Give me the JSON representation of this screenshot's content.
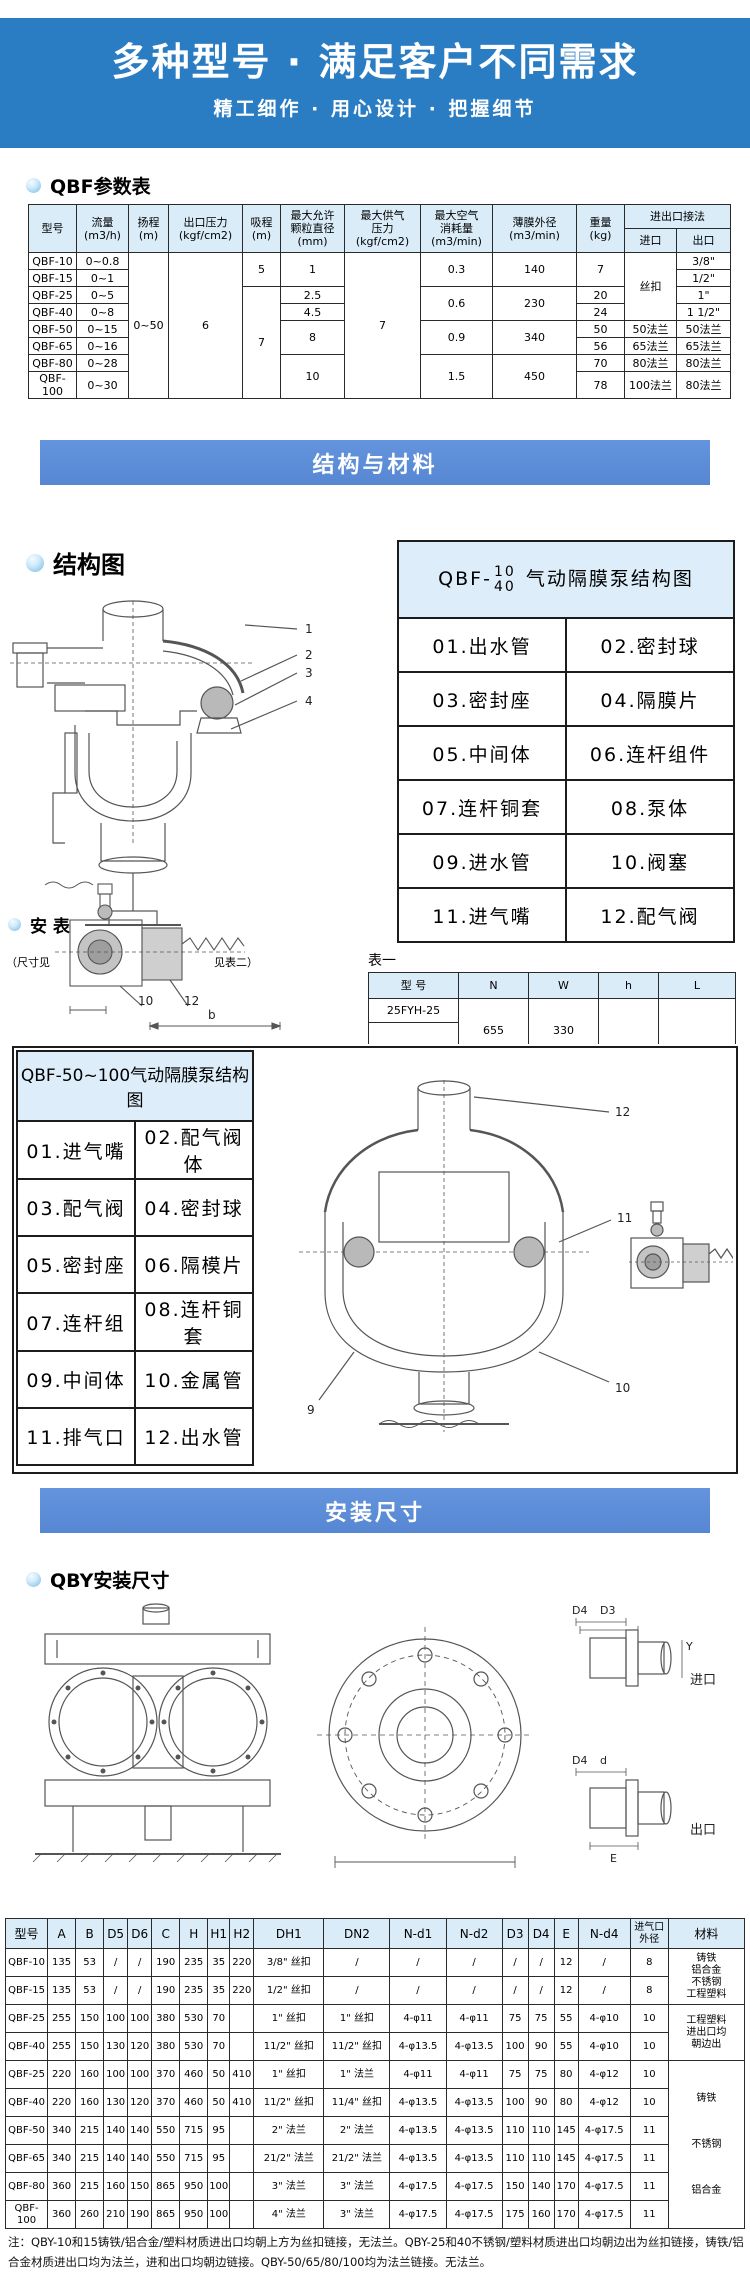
{
  "hero": {
    "title_strong": "多种型号",
    "title_sep": " · ",
    "title_rest": "满足客户不同需求",
    "subtitle": "精工细作 · 用心设计 · 把握细节"
  },
  "colors": {
    "hero_blue": "#2b7dc3",
    "band_blue": "#5d8ed8",
    "table_header": "#d9ecf8"
  },
  "params": {
    "title": "QBF参数表",
    "h": {
      "model": "型号",
      "flow": "流量\n(m3/h)",
      "lift": "扬程\n(m)",
      "outp": "出口压力\n(kgf/cm2)",
      "suction": "吸程\n(m)",
      "particle": "最大允许\n颗粒直径\n(mm)",
      "airp": "最大供气\n压力\n(kgf/cm2)",
      "aircons": "最大空气\n消耗量\n(m3/min)",
      "dia": "薄膜外径\n(m3/min)",
      "weight": "重量\n(kg)",
      "conn": "进出口接法",
      "inlet": "进口",
      "outlet": "出口"
    },
    "models": [
      "QBF-10",
      "QBF-15",
      "QBF-25",
      "QBF-40",
      "QBF-50",
      "QBF-65",
      "QBF-80",
      "QBF-100"
    ],
    "flows": [
      "0~0.8",
      "0~1",
      "0~5",
      "0~8",
      "0~15",
      "0~16",
      "0~28",
      "0~30"
    ],
    "lift": "0~50",
    "outp": "6",
    "sup": "7",
    "suc12": "5",
    "suc38": "7",
    "par12": "1",
    "par3": "2.5",
    "par4": "4.5",
    "par56": "8",
    "par78": "10",
    "air12": "0.3",
    "air34": "0.6",
    "air56": "0.9",
    "air78": "1.5",
    "dia12": "140",
    "dia34": "230",
    "dia56": "340",
    "dia78": "450",
    "w12": "7",
    "w3": "20",
    "w4": "24",
    "w5": "50",
    "w6": "56",
    "w7": "70",
    "w8": "78",
    "in14": "丝扣",
    "in5": "50法兰",
    "in6": "65法兰",
    "in7": "80法兰",
    "in8": "100法兰",
    "outs": [
      "3/8\"",
      "1/2\"",
      "1\"",
      "1 1/2\"",
      "50法兰",
      "65法兰",
      "80法兰",
      "80法兰"
    ]
  },
  "materials_banner": "结构与材料",
  "structure": {
    "title": "结构图",
    "t1_prefix": "QBF-",
    "t1_top": "10",
    "t1_bottom": "40",
    "t1_suffix": "气动隔膜泵结构图",
    "parts1": [
      "01.出水管",
      "02.密封球",
      "03.密封座",
      "04.隔膜片",
      "05.中间体",
      "06.连杆组件",
      "07.连杆铜套",
      "08.泵体",
      "09.进水管",
      "10.阀塞",
      "11.进气嘴",
      "12.配气阀"
    ],
    "d1_callouts": [
      "1",
      "2",
      "3",
      "4"
    ],
    "t2_title": "QBF-50~100气动隔膜泵结构图",
    "parts2": [
      "01.进气嘴",
      "02.配气阀体",
      "03.配气阀",
      "04.密封球",
      "05.密封座",
      "06.隔模片",
      "07.连杆组",
      "08.连杆铜套",
      "09.中间体",
      "10.金属管",
      "11.排气口",
      "12.出水管"
    ],
    "d3_callouts": [
      "12",
      "11",
      "10",
      "9"
    ]
  },
  "mid": {
    "label": "安  表",
    "left_note": "（尺寸见",
    "right_note": "见表二）",
    "c10": "10",
    "c12": "12",
    "dim_b": "b"
  },
  "table_one": {
    "label": "表一",
    "h": [
      "型   号",
      "N",
      "W",
      "h",
      "L"
    ],
    "model": "25FYH-25",
    "n": "655",
    "w": "330",
    "hv": "",
    "lv": ""
  },
  "install_banner": "安装尺寸",
  "qby": {
    "title": "QBY安装尺寸",
    "labels": {
      "inlet": "进口",
      "outlet": "出口",
      "d3": "D3",
      "d4": "D4",
      "e": "E",
      "y": "Y",
      "d": "d"
    }
  },
  "dims": {
    "headers": [
      "型号",
      "A",
      "B",
      "D5",
      "D6",
      "C",
      "H",
      "H1",
      "H2",
      "DH1",
      "DN2",
      "N-d1",
      "N-d2",
      "D3",
      "D4",
      "E",
      "N-d4",
      "进气口\n外径",
      "材料"
    ],
    "rows": [
      [
        "QBF-10",
        "135",
        "53",
        "/",
        "/",
        "190",
        "235",
        "35",
        "220",
        "3/8\" 丝扣",
        "/",
        "/",
        "/",
        "/",
        "/",
        "12",
        "/",
        "8"
      ],
      [
        "QBF-15",
        "135",
        "53",
        "/",
        "/",
        "190",
        "235",
        "35",
        "220",
        "1/2\" 丝扣",
        "/",
        "/",
        "/",
        "/",
        "/",
        "12",
        "/",
        "8"
      ],
      [
        "QBF-25",
        "255",
        "150",
        "100",
        "100",
        "380",
        "530",
        "70",
        "",
        "1\" 丝扣",
        "1\" 丝扣",
        "4-φ11",
        "4-φ11",
        "75",
        "75",
        "55",
        "4-φ10",
        "10"
      ],
      [
        "QBF-40",
        "255",
        "150",
        "130",
        "120",
        "380",
        "530",
        "70",
        "",
        "11/2\" 丝扣",
        "11/2\" 丝扣",
        "4-φ13.5",
        "4-φ13.5",
        "100",
        "90",
        "55",
        "4-φ10",
        "10"
      ],
      [
        "QBF-25",
        "220",
        "160",
        "100",
        "100",
        "370",
        "460",
        "50",
        "410",
        "1\" 丝扣",
        "1\" 法兰",
        "4-φ11",
        "4-φ11",
        "75",
        "75",
        "80",
        "4-φ12",
        "10"
      ],
      [
        "QBF-40",
        "220",
        "160",
        "130",
        "120",
        "370",
        "460",
        "50",
        "410",
        "11/2\" 丝扣",
        "11/4\" 丝扣",
        "4-φ13.5",
        "4-φ13.5",
        "100",
        "90",
        "80",
        "4-φ12",
        "10"
      ],
      [
        "QBF-50",
        "340",
        "215",
        "140",
        "140",
        "550",
        "715",
        "95",
        "",
        "2\" 法兰",
        "2\" 法兰",
        "4-φ13.5",
        "4-φ13.5",
        "110",
        "110",
        "145",
        "4-φ17.5",
        "11"
      ],
      [
        "QBF-65",
        "340",
        "215",
        "140",
        "140",
        "550",
        "715",
        "95",
        "",
        "21/2\" 法兰",
        "21/2\" 法兰",
        "4-φ13.5",
        "4-φ13.5",
        "110",
        "110",
        "145",
        "4-φ17.5",
        "11"
      ],
      [
        "QBF-80",
        "360",
        "215",
        "160",
        "150",
        "865",
        "950",
        "100",
        "",
        "3\" 法兰",
        "3\" 法兰",
        "4-φ17.5",
        "4-φ17.5",
        "150",
        "140",
        "170",
        "4-φ17.5",
        "11"
      ],
      [
        "QBF-100",
        "360",
        "260",
        "210",
        "190",
        "865",
        "950",
        "100",
        "",
        "4\" 法兰",
        "3\" 法兰",
        "4-φ17.5",
        "4-φ17.5",
        "175",
        "160",
        "170",
        "4-φ17.5",
        "11"
      ]
    ],
    "materials": {
      "m1": "铸铁\n铝合金\n不锈钢\n工程塑料",
      "m2": "工程塑料\n进出口均\n朝边出",
      "m3": "铸铁\n不锈钢\n铝合金"
    }
  },
  "notes": [
    "注：QBY-10和15铸铁/铝合金/塑料材质进出口均朝上方为丝扣链接，无法兰。QBY-25和40不锈钢/塑料材质进出口均朝边出为丝扣链接，铸铁/铝",
    "合金材质进出口均为法兰，进和出口均朝边链接。QBY-50/65/80/100均为法兰链接。无法兰。"
  ]
}
